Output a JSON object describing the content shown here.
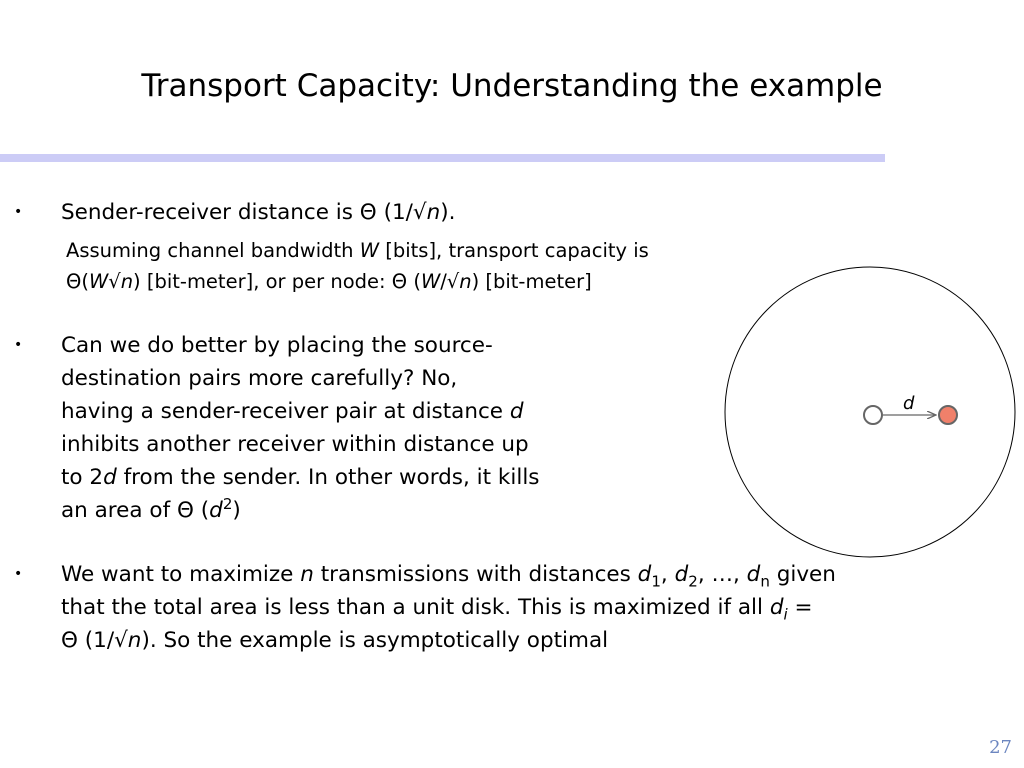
{
  "slide": {
    "title": "Transport Capacity: Understanding the example",
    "page_number": "27",
    "bullet_glyph": "•"
  },
  "point1": {
    "lead": "Sender-receiver distance is ",
    "theta": "Θ",
    "expr_open": " (1/√",
    "n": "n",
    "expr_close": ")."
  },
  "point1_sub": {
    "line1_pre": "Assuming channel bandwidth ",
    "W": "W",
    "line1_post": " [bits], transport capacity is",
    "theta": "Θ",
    "open": "(",
    "W2": "W",
    "sqrt": "√",
    "n": "n",
    "mid": ") [bit-meter], or per node: ",
    "theta2": "Θ",
    "open2": " (",
    "W3": "W",
    "slash_sqrt": "/√",
    "n2": "n",
    "close": ") [bit-meter]"
  },
  "point2": {
    "line1": "Can we do better by placing the source-",
    "line2": "destination pairs more carefully? No,",
    "line3_pre": "having a sender-receiver pair at distance ",
    "d": "d",
    "line4": "inhibits another receiver within distance up",
    "line5_pre": "to 2",
    "d2": "d",
    "line5_post": " from the sender. In other words, it kills",
    "line6_pre": "an area of ",
    "theta": "Θ",
    "open": " (",
    "d3": "d",
    "sup": "2",
    "close": ")"
  },
  "point3": {
    "pre": "We want to maximize ",
    "n": "n",
    "mid": " transmissions with distances ",
    "d1": "d",
    "s1": "1",
    "c1": ", ",
    "d2": "d",
    "s2": "2",
    "c2": ", …, ",
    "dn": "d",
    "sn": "n",
    "post": " given",
    "line2_pre": "that the total area is less than a unit disk. This is maximized if all ",
    "di": "d",
    "si": "i",
    "eq": " =",
    "theta": "Θ",
    "expr_open": " (1/√",
    "n2": "n",
    "line3_post": "). So the example is asymptotically optimal"
  },
  "diagram": {
    "label": "d",
    "sender_color": "#ffffff",
    "receiver_color": "#f0806a",
    "outline_color": "#666666"
  }
}
